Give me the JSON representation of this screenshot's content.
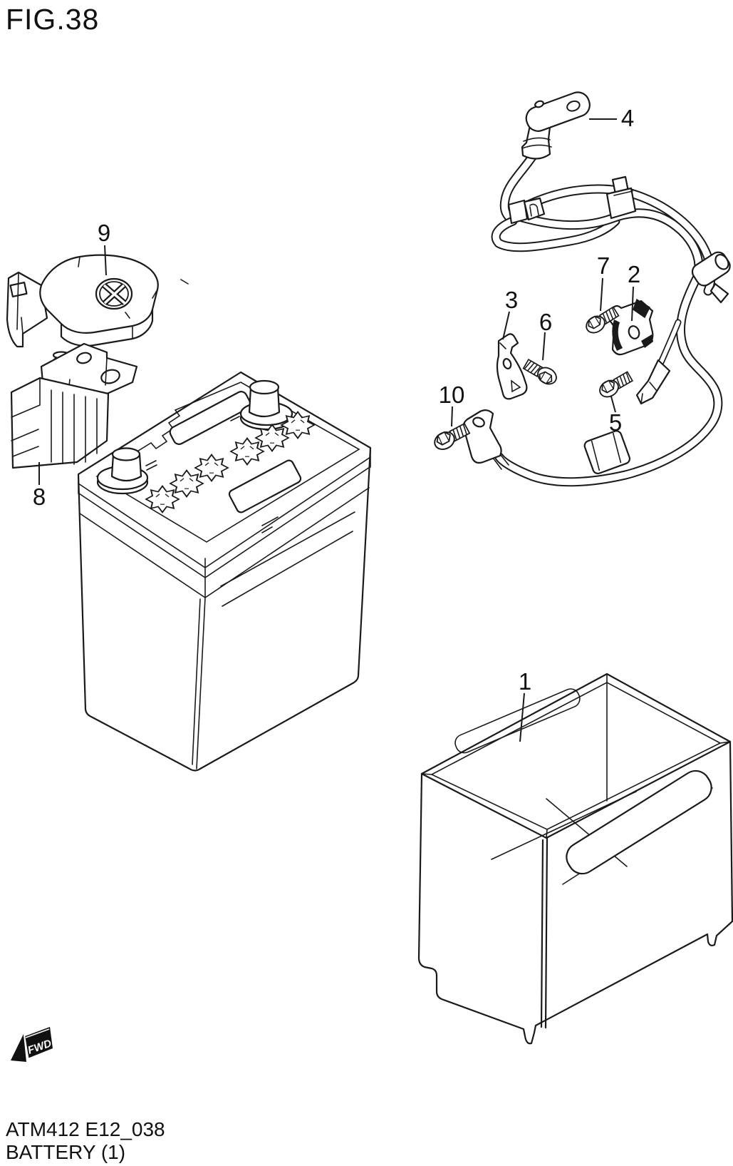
{
  "figure": {
    "title": "FIG.38",
    "code": "ATM412 E12_038",
    "name": "BATTERY (1)"
  },
  "direction_marker": {
    "label": "FWD"
  },
  "callouts": [
    {
      "label": "1"
    },
    {
      "label": "2"
    },
    {
      "label": "3"
    },
    {
      "label": "4"
    },
    {
      "label": "5"
    },
    {
      "label": "6"
    },
    {
      "label": "7"
    },
    {
      "label": "8"
    },
    {
      "label": "9"
    },
    {
      "label": "10"
    }
  ]
}
